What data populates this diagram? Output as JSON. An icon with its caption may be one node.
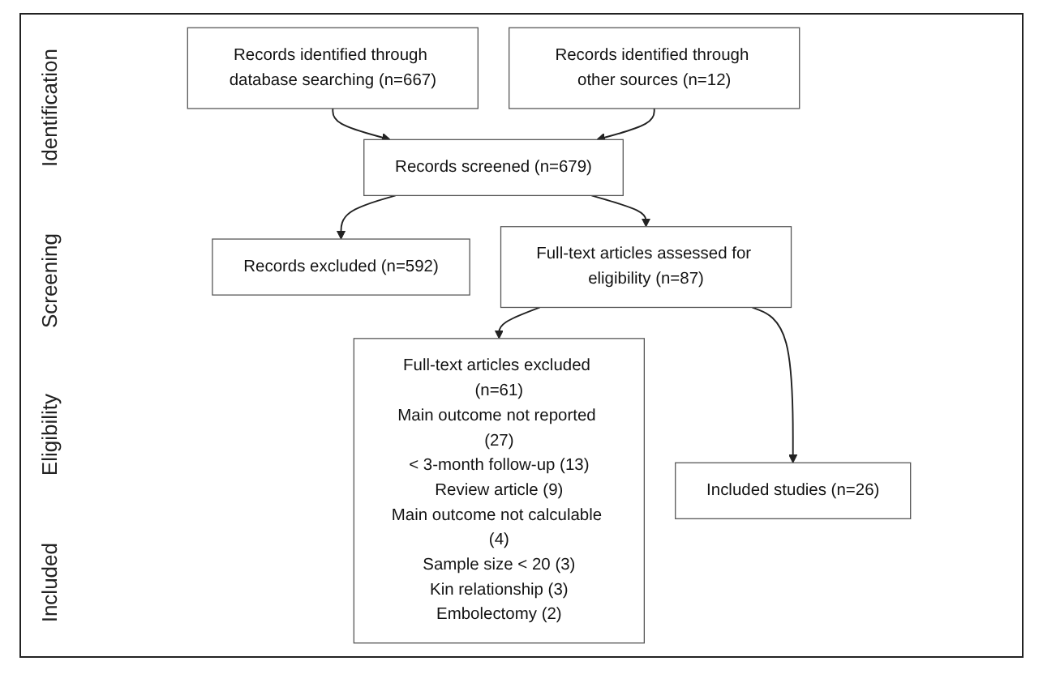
{
  "diagram": {
    "nodes": [
      {
        "text": [
          "Records identified through database searching (n=667)"
        ]
      },
      {
        "text": [
          "Records identified through other sources (n=12)"
        ]
      },
      {
        "text": [
          "Records screened (n=679)"
        ]
      },
      {
        "text": [
          "Records excluded (n=592)"
        ]
      },
      {
        "text": [
          "Full-text articles assessed for eligibility (n=87)"
        ]
      },
      {
        "text": [
          "Full-text articles excluded (n=61)",
          "Main outcome not reported (27)",
          "< 3-month follow-up (13)",
          "Review article (9)",
          "Main outcome not calculable (4)",
          "Sample size < 20 (3)",
          "Kin relationship (3)",
          "Embolectomy (2)"
        ]
      },
      {
        "text": [
          "Included studies (n=26)"
        ]
      }
    ],
    "edges": [
      {
        "from": 0,
        "to": 2,
        "arrow": "to"
      },
      {
        "from": 1,
        "to": 2,
        "arrow": "to"
      },
      {
        "from": 2,
        "to": 3,
        "arrow": "to"
      },
      {
        "from": 2,
        "to": 4,
        "arrow": "to"
      },
      {
        "from": 4,
        "to": 5,
        "arrow": "to"
      },
      {
        "from": 4,
        "to": 6,
        "arrow": "to"
      }
    ],
    "labels": [
      "Identification",
      "Screening",
      "Eligibility",
      "Included"
    ]
  }
}
